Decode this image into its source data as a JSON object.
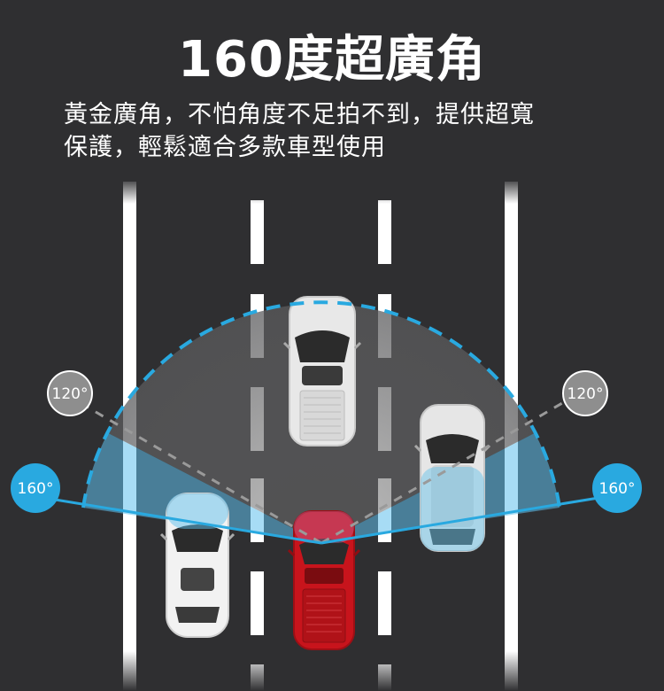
{
  "headline": "160度超廣角",
  "description": {
    "line1": "黃金廣角，不怕角度不足拍不到，提供超寬",
    "line2": "保護，輕鬆適合多款車型使用"
  },
  "angle_badges": {
    "inner_left": "120°",
    "inner_right": "120°",
    "outer_left": "160°",
    "outer_right": "160°"
  },
  "colors": {
    "background": "#2f2f31",
    "lane_line": "#ffffff",
    "wide_angle": "#29a9e0",
    "standard_angle": "#9a9a9a",
    "camera_car": "#c8141c"
  }
}
